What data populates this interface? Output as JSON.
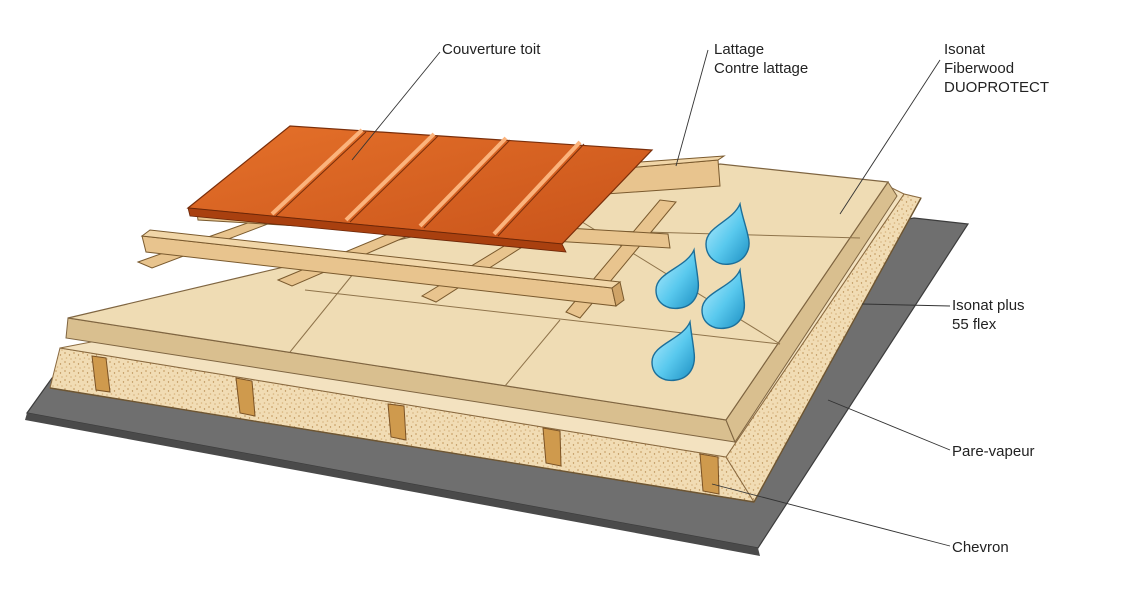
{
  "labels": {
    "roof_cover": "Couverture toit",
    "battens_line1": "Lattage",
    "battens_line2": "Contre lattage",
    "fiberwood_line1": "Isonat",
    "fiberwood_line2": "Fiberwood",
    "fiberwood_line3": "DUOPROTECT",
    "insulation_line1": "Isonat plus",
    "insulation_line2": "55 flex",
    "vapour_barrier": "Pare-vapeur",
    "rafter": "Chevron"
  },
  "colors": {
    "roof_sheet": "#d9601a",
    "panel": "#efdcb4",
    "insulation": "#f1dcb4",
    "rafter_wood": "#cf9a4d",
    "batten_wood": "#e8c48e",
    "vapour_barrier": "#6f6f6f",
    "water_drop": "#57c6ec"
  },
  "icons": [
    "water-drop-icon"
  ]
}
